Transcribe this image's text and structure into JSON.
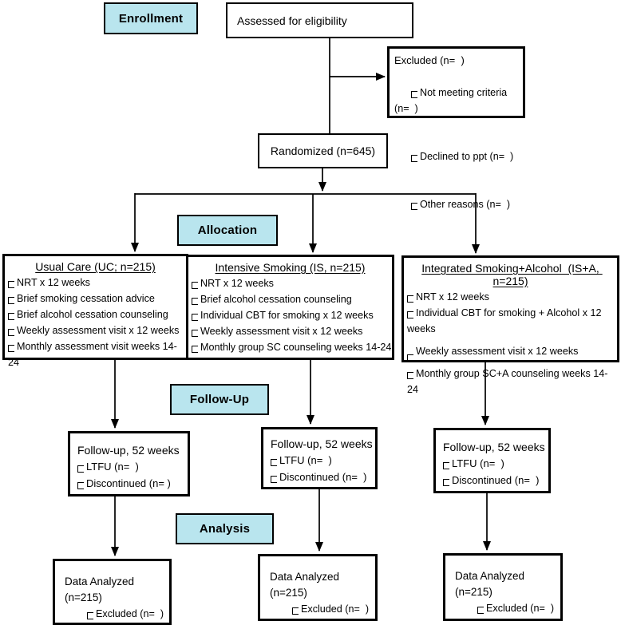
{
  "colors": {
    "stage_fill": "#b9e5ee",
    "line": "#000000",
    "background": "#ffffff"
  },
  "stages": {
    "enrollment": "Enrollment",
    "allocation": "Allocation",
    "followup": "Follow-Up",
    "analysis": "Analysis"
  },
  "assessed": {
    "title": "Assessed for eligibility"
  },
  "excluded": {
    "title": "Excluded (n=  )",
    "items": [
      "Not meeting criteria (n=  )",
      "Declined to ppt (n=  )",
      "Other reasons (n=  )"
    ]
  },
  "randomized": {
    "title": "Randomized (n=645)"
  },
  "arms": [
    {
      "title": "Usual Care (UC; n=215)",
      "items": [
        "NRT x 12 weeks",
        "Brief smoking cessation advice",
        "Brief alcohol cessation counseling",
        "Weekly assessment visit x 12 weeks",
        "Monthly assessment visit weeks 14-24"
      ]
    },
    {
      "title": "Intensive Smoking (IS, n=215)",
      "items": [
        "NRT x 12 weeks",
        "Brief alcohol cessation counseling",
        "Individual CBT for smoking x 12 weeks",
        "Weekly assessment visit x 12 weeks",
        "Monthly group SC counseling weeks 14-24"
      ]
    },
    {
      "title": "Integrated Smoking+Alcohol  (IS+A, n=215)",
      "items": [
        "NRT x 12 weeks",
        "Individual CBT for smoking + Alcohol x 12 weeks",
        "Weekly assessment visit x 12 weeks",
        "Monthly group SC+A counseling weeks 14-24"
      ]
    }
  ],
  "followups": [
    {
      "title": "Follow-up, 52 weeks",
      "items": [
        "LTFU (n=  )",
        "Discontinued (n= )"
      ]
    },
    {
      "title": "Follow-up, 52 weeks",
      "items": [
        "LTFU (n=  )",
        "Discontinued (n=  )"
      ]
    },
    {
      "title": "Follow-up, 52 weeks",
      "items": [
        "LTFU (n=  )",
        "Discontinued (n=  )"
      ]
    }
  ],
  "analyses": [
    {
      "title": "Data Analyzed (n=215)",
      "items": [
        "Excluded (n=  )"
      ]
    },
    {
      "title": "Data Analyzed (n=215)",
      "items": [
        "Excluded (n=  )"
      ]
    },
    {
      "title": "Data Analyzed (n=215)",
      "items": [
        "Excluded (n=  )"
      ]
    }
  ]
}
